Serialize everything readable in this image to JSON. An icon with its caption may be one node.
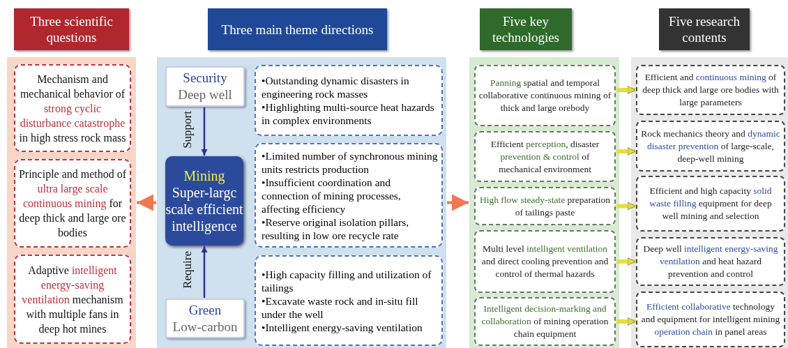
{
  "diagram": {
    "nodes": [
      {
        "text": [
          "Three scientific questions"
        ]
      },
      {
        "text": [
          "Mechanism and mechanical behavior of **strong cyclic disturbance catastrophe** in high stress rock mass"
        ],
        "in": 0
      },
      {
        "text": [
          "Principle and method of **ultra large scale continuous mining** for deep thick and large ore bodies"
        ],
        "in": 0
      },
      {
        "text": [
          "Adaptive **intelligent energy-saving ventilation** mechanism with multiple fans in deep hot mines"
        ],
        "in": 0
      },
      {
        "text": [
          "Three main theme directions"
        ]
      },
      {
        "text": [
          "Security",
          "Deep well"
        ],
        "in": 4
      },
      {
        "text": [
          "•Outstanding dynamic disasters in engineering rock masses",
          "•Highlighting multi-source heat hazards in complex environments"
        ],
        "in": 4
      },
      {
        "text": [
          "Mining",
          "Super-largc scale efficient intelligence"
        ],
        "in": 4
      },
      {
        "text": [
          "•Limited number of synchronous mining units restricts production",
          "•Insufficient coordination and connection of mining processes, affecting efficiency",
          "•Reserve original isolation pillars, resulting in low ore recycle rate"
        ],
        "in": 4
      },
      {
        "text": [
          "Green",
          "Low-carbon"
        ],
        "in": 4
      },
      {
        "text": [
          "•High capacity filling and utilization of tailings",
          "•Excavate waste rock and in-situ fill under the well",
          "•Intelligent energy-saving ventilation"
        ],
        "in": 4
      },
      {
        "text": [
          "Five key technologies"
        ]
      },
      {
        "text": [
          "**Panning** spatial and temporal collaborative continuous mining of thick and large orebody"
        ],
        "in": 11
      },
      {
        "text": [
          "Efficient **perception**, disaster **prevention & control** of mechanical environment"
        ],
        "in": 11
      },
      {
        "text": [
          "**High flow steady-state** preparation of tailings paste"
        ],
        "in": 11
      },
      {
        "text": [
          "Multi level **intelligent ventilation** and direct cooling prevention and control of thermal hazards"
        ],
        "in": 11
      },
      {
        "text": [
          "**Intelligent decision-marking and collaboration** of mining operation chain equipment"
        ],
        "in": 11
      },
      {
        "text": [
          "Five research contents"
        ]
      },
      {
        "text": [
          "Efficient and **continuous mining** of deep thick and large ore bodies with large parameters"
        ],
        "in": 17
      },
      {
        "text": [
          "Rock mechanics theory and **dynamic disaster prevention** of large-scale, deep-well mining"
        ],
        "in": 17
      },
      {
        "text": [
          "Efficient and high capacity **solid waste filling** equipment for deep well mining and selection"
        ],
        "in": 17
      },
      {
        "text": [
          "Deep well **intelligent energy-saving ventilation** and heat hazard prevention and control"
        ],
        "in": 17
      },
      {
        "text": [
          "**Efficient collaborative** technology and equipment for intelligent mining **operation chain** in panel areas"
        ],
        "in": 17
      }
    ],
    "edges": [
      {
        "from": 5,
        "to": 7,
        "arrow": "to",
        "label": "Support",
        "color": "#2e3192"
      },
      {
        "from": 9,
        "to": 7,
        "arrow": "to",
        "label": "Require",
        "color": "#2e3192"
      },
      {
        "from": 4,
        "to": 0,
        "arrow": "to",
        "color": "#f07850"
      },
      {
        "from": 4,
        "to": 11,
        "arrow": "to",
        "color": "#f07850"
      },
      {
        "from": 12,
        "to": 18,
        "arrow": "to"
      },
      {
        "from": 13,
        "to": 19,
        "arrow": "to"
      },
      {
        "from": 14,
        "to": 20,
        "arrow": "to"
      },
      {
        "from": 15,
        "to": 21,
        "arrow": "to"
      },
      {
        "from": 16,
        "to": 22,
        "arrow": "to"
      }
    ]
  }
}
